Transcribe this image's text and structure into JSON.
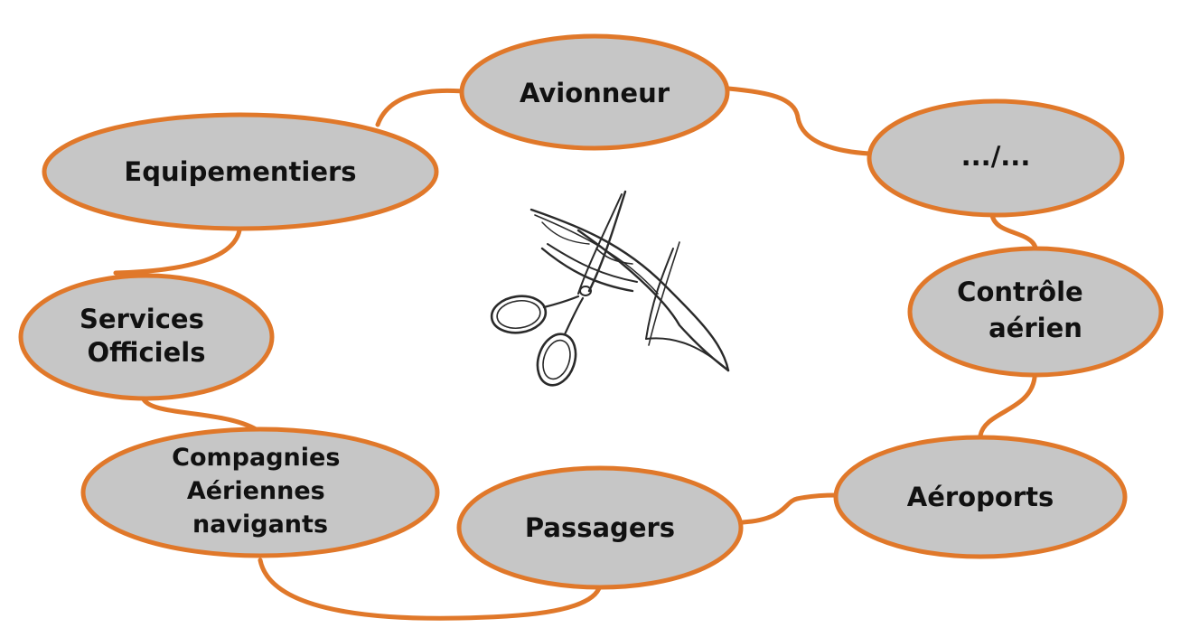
{
  "diagram": {
    "nodes": {
      "avionneur": {
        "lines": [
          "Avionneur"
        ]
      },
      "etc": {
        "lines": [
          ".../..."
        ]
      },
      "equipementiers": {
        "lines": [
          "Equipementiers"
        ]
      },
      "services": {
        "lines": [
          "Services",
          "Officiels"
        ]
      },
      "controle": {
        "lines": [
          "Contrôle",
          "aérien"
        ]
      },
      "compagnies": {
        "lines": [
          "Compagnies",
          "Aériennes",
          "navigants"
        ]
      },
      "passagers": {
        "lines": [
          "Passagers"
        ]
      },
      "aeroports": {
        "lines": [
          "Aéroports"
        ]
      }
    },
    "colors": {
      "node_fill": "#c6c6c6",
      "node_border": "#e0782a",
      "link": "#e0782a",
      "text": "#111111",
      "sketch": "#2a2a2a"
    },
    "center_icon": "scissors-cutting-ribbon-icon"
  }
}
